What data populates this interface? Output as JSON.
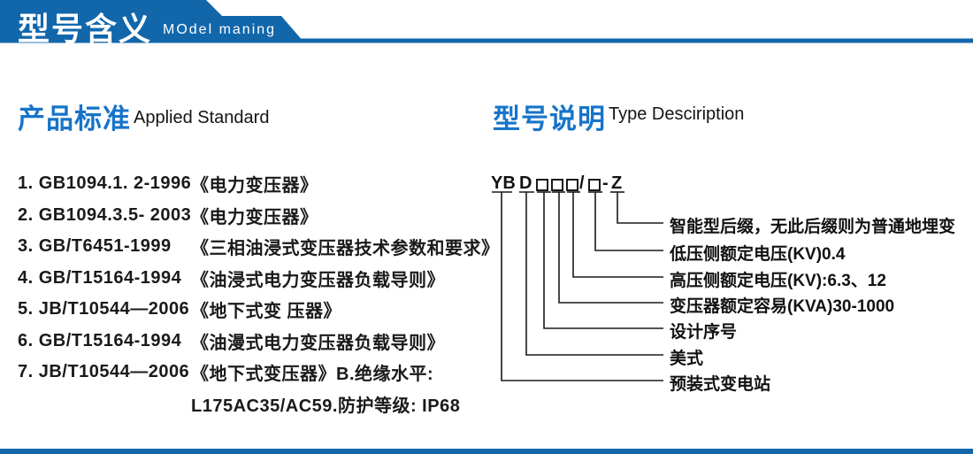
{
  "banner": {
    "title": "型号含义",
    "subtitle": "MOdel maning"
  },
  "colors": {
    "banner_blue": "#1267ab",
    "heading_blue": "#1774c9",
    "text_black": "#1a1a1a"
  },
  "left_section": {
    "heading": "产品标准",
    "heading_en": "Applied Standard",
    "standards": [
      {
        "code": "1. GB1094.1. 2-1996",
        "title": "《电力变压器》"
      },
      {
        "code": "2. GB1094.3.5- 2003",
        "title": "《电力变压器》"
      },
      {
        "code": "3. GB/T6451-1999",
        "title": "《三相油浸式变压器技术参数和要求》"
      },
      {
        "code": "4. GB/T15164-1994",
        "title": "《油浸式电力变压器负载导则》"
      },
      {
        "code": "5. JB/T10544—2006",
        "title": "《地下式变 压器》"
      },
      {
        "code": "6. GB/T15164-1994",
        "title": "《油漫式电力变压器负载导则》"
      },
      {
        "code": "7. JB/T10544—2006",
        "title": "《地下式变压器》B.绝缘水平:"
      },
      {
        "code": "",
        "title": "L175AC35/AC59.防护等级: IP68"
      }
    ]
  },
  "right_section": {
    "heading": "型号说明",
    "heading_en": "Type Desciription",
    "model_code": {
      "group_yb": "YB",
      "group_d": "D",
      "slash": "/",
      "dash": "-",
      "suffix_z": "Z"
    },
    "labels": [
      {
        "text": "智能型后缀，无此后缀则为普通地埋变"
      },
      {
        "text": "低压侧额定电压(KV)0.4"
      },
      {
        "text": "高压侧额定电压(KV):6.3、12"
      },
      {
        "text": "变压器额定容易(KVA)30-1000"
      },
      {
        "text": "设计序号"
      },
      {
        "text": "美式"
      },
      {
        "text": "预装式变电站"
      }
    ]
  }
}
